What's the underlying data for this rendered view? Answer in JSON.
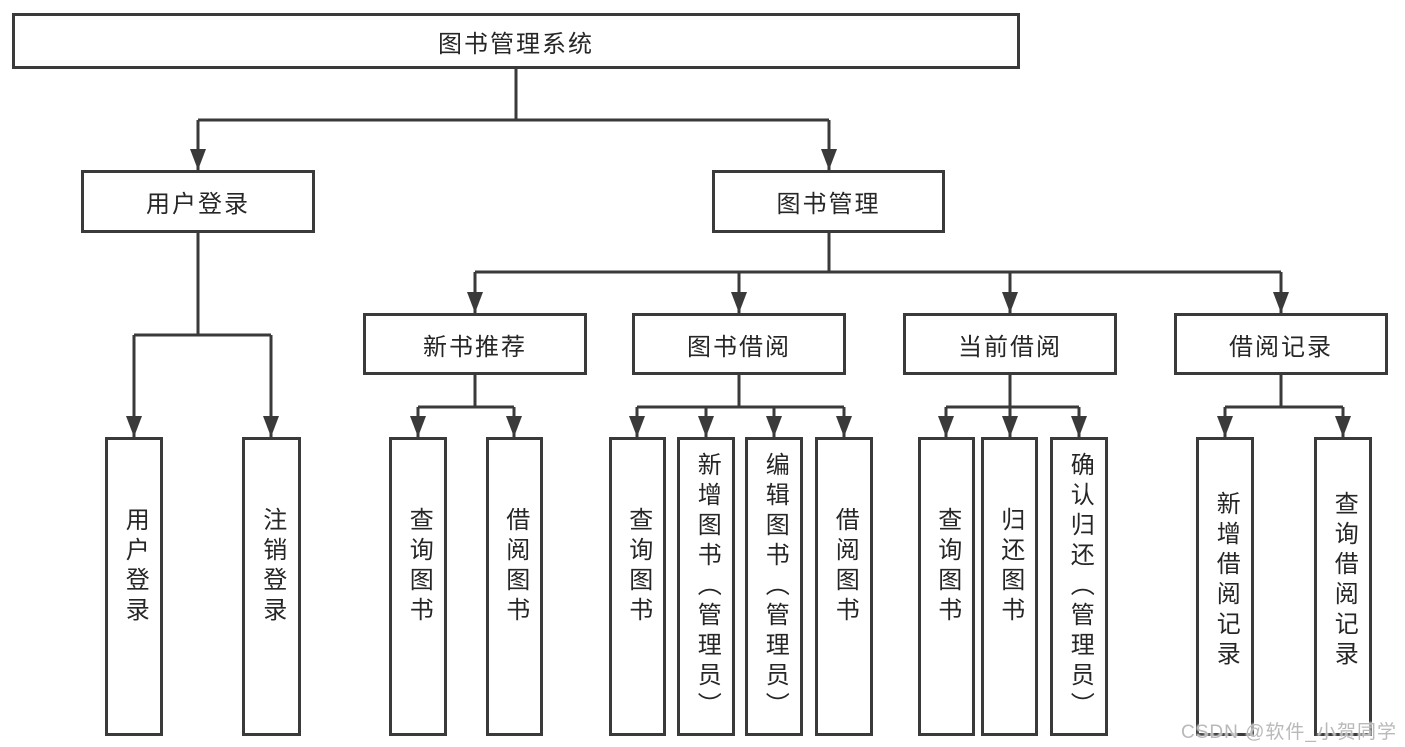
{
  "diagram_type": "hierarchy-tree",
  "tree": {
    "label": "图书管理系统",
    "children": [
      {
        "label": "用户登录",
        "children": [
          {
            "label": "用户登录"
          },
          {
            "label": "注销登录"
          }
        ]
      },
      {
        "label": "图书管理",
        "children": [
          {
            "label": "新书推荐",
            "children": [
              {
                "label": "查询图书"
              },
              {
                "label": "借阅图书"
              }
            ]
          },
          {
            "label": "图书借阅",
            "children": [
              {
                "label": "查询图书"
              },
              {
                "label": "新增图书（管理员）"
              },
              {
                "label": "编辑图书（管理员）"
              },
              {
                "label": "借阅图书"
              }
            ]
          },
          {
            "label": "当前借阅",
            "children": [
              {
                "label": "查询图书"
              },
              {
                "label": "归还图书"
              },
              {
                "label": "确认归还（管理员）"
              }
            ]
          },
          {
            "label": "借阅记录",
            "children": [
              {
                "label": "新增借阅记录"
              },
              {
                "label": "查询借阅记录"
              }
            ]
          }
        ]
      }
    ]
  },
  "watermark": "CSDN @软件_小贺同学",
  "colors": {
    "line": "#3a3a3a",
    "text": "#262626",
    "watermark": "#b9b9b9",
    "background": "#ffffff"
  }
}
